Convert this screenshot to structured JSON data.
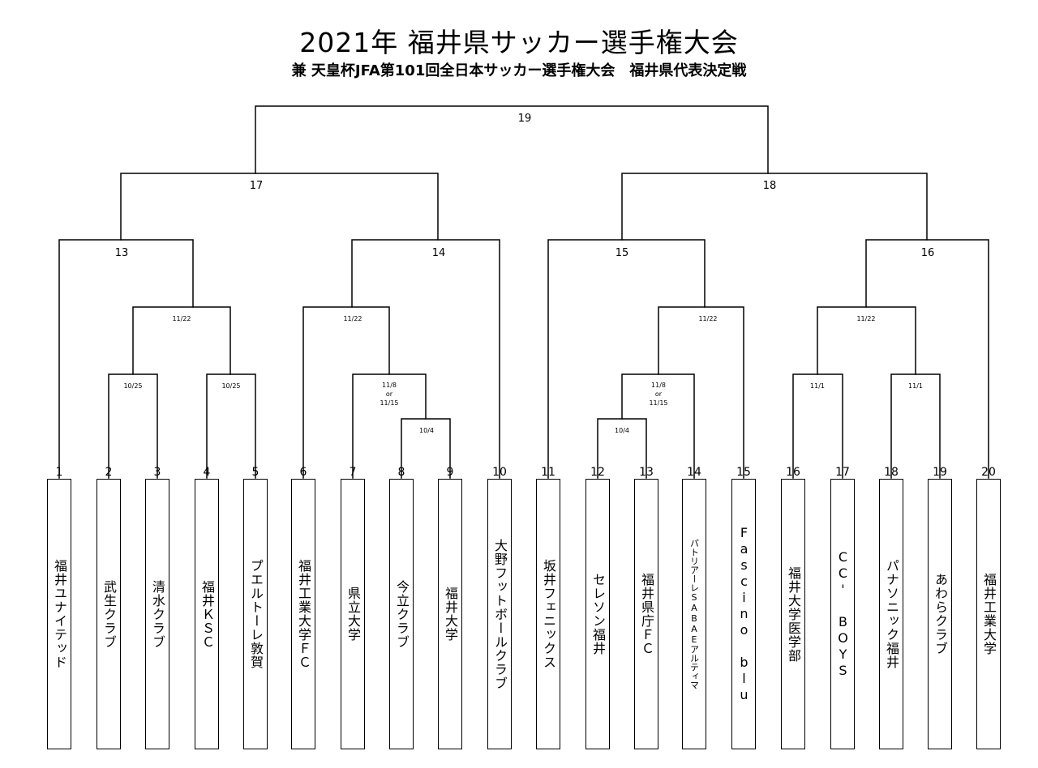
{
  "header": {
    "title": "2021年 福井県サッカー選手権大会",
    "subtitle": "兼 天皇杯JFA第101回全日本サッカー選手権大会　福井県代表決定戦"
  },
  "bracket": {
    "team_numbers": [
      "1",
      "2",
      "3",
      "4",
      "5",
      "6",
      "7",
      "8",
      "9",
      "10",
      "11",
      "12",
      "13",
      "14",
      "15",
      "16",
      "17",
      "18",
      "19",
      "20"
    ],
    "teams": [
      "福井ユナイテッド",
      "武生クラブ",
      "清水クラブ",
      "福井ＫＳＣ",
      "プエルトーレ敦賀",
      "福井工業大学ＦＣ",
      "県立大学",
      "今立クラブ",
      "福井大学",
      "大野フットボールクラブ",
      "坂井フェニックス",
      "セレソン福井",
      "福井県庁ＦＣ",
      "パトリアーレSABAEアルティマ",
      "Fascino blu",
      "福井大学医学部",
      "CC' BOYS",
      "パナソニック福井",
      "あわらクラブ",
      "福井工業大学"
    ],
    "match_numbers": {
      "m13": "13",
      "m14": "14",
      "m15": "15",
      "m16": "16",
      "m17": "17",
      "m18": "18",
      "m19": "19"
    },
    "match_dates": {
      "a": "10/25",
      "b": "10/25",
      "c": "11/22",
      "d": "11/22",
      "e": "11/8\nor\n11/15",
      "f": "10/4",
      "g": "10/4",
      "h": "11/8\nor\n11/15",
      "i": "11/22",
      "j": "11/1",
      "k": "11/1",
      "l": "11/22"
    }
  }
}
